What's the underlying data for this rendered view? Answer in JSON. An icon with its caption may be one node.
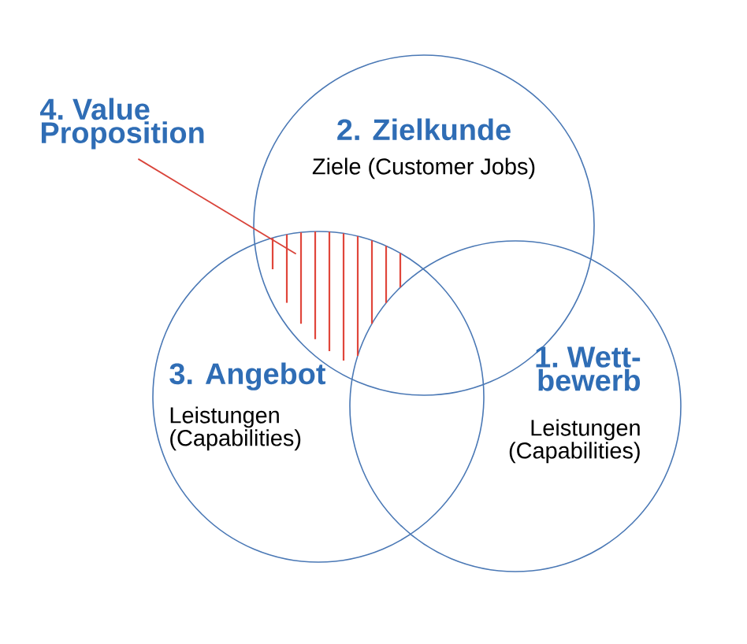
{
  "diagram": {
    "nodes": [
      {
        "text": [
          "4. Value Proposition"
        ]
      },
      {
        "text": [
          "2. Zielkunde",
          "Ziele (Customer Jobs)"
        ]
      },
      {
        "text": [
          "3. Angebot",
          "Leistungen (Capabilities)"
        ]
      },
      {
        "text": [
          "1. Wett- bewerb",
          "Leistungen (Capabilities)"
        ]
      },
      {
        "text": [],
        "shape": "hatching"
      }
    ],
    "edges": [
      {
        "from": 0,
        "to": 4,
        "arrow": "none",
        "color": "#d9443a"
      }
    ]
  }
}
